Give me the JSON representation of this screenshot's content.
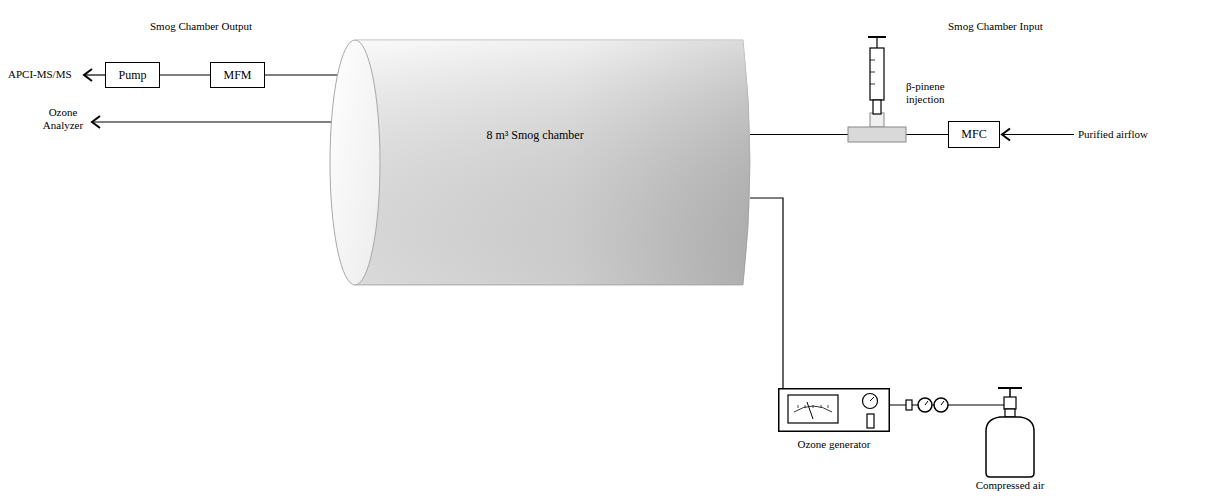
{
  "diagram": {
    "nodes": [
      {
        "text": [
          "Pump"
        ]
      },
      {
        "text": [
          "MFM"
        ]
      },
      {
        "text": [
          "8 m³ Smog chamber"
        ]
      },
      {
        "text": [
          "β-pinene injection"
        ]
      },
      {
        "text": [
          "MFC"
        ]
      },
      {
        "text": [
          "Ozone generator"
        ]
      },
      {
        "text": [
          "Compressed air"
        ]
      }
    ],
    "edges": [
      {
        "from": 2,
        "to": 1,
        "arrow": "none"
      },
      {
        "from": 1,
        "to": 0,
        "arrow": "none"
      },
      {
        "from": 4,
        "to": 2,
        "arrow": "none"
      },
      {
        "from": 3,
        "to": 2,
        "arrow": "none"
      },
      {
        "from": 5,
        "to": 2,
        "arrow": "none"
      },
      {
        "from": 6,
        "to": 5,
        "arrow": "none"
      }
    ],
    "labels": [
      "Smog Chamber Output",
      "Smog Chamber Input",
      "APCI-MS/MS",
      "Ozone Analyzer",
      "Purified airflow"
    ]
  }
}
